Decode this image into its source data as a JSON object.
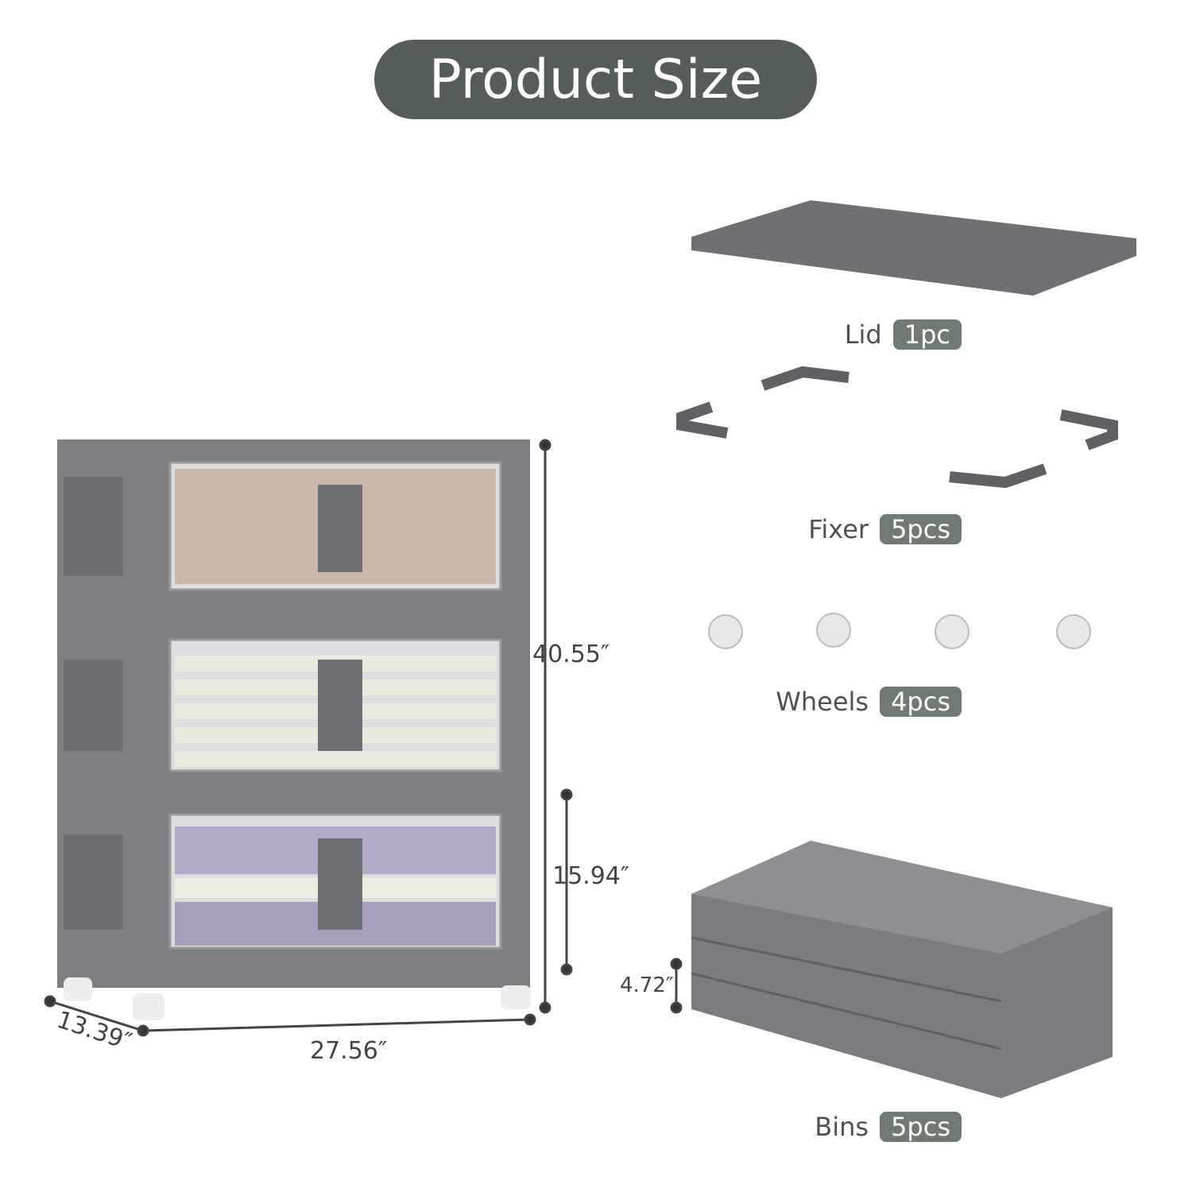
{
  "title": "Product Size",
  "dimensions": {
    "height": "40.55″",
    "bin_height": "15.94″",
    "depth": "13.39″",
    "width": "27.56″",
    "folded_height": "4.72″"
  },
  "parts": [
    {
      "name": "Lid",
      "qty": "1pc"
    },
    {
      "name": "Fixer",
      "qty": "5pcs"
    },
    {
      "name": "Wheels",
      "qty": "4pcs"
    },
    {
      "name": "Bins",
      "qty": "5pcs"
    }
  ],
  "colors": {
    "title_bg": "#555d58",
    "badge_bg": "#6f7a73",
    "product": "#7d7f82"
  }
}
